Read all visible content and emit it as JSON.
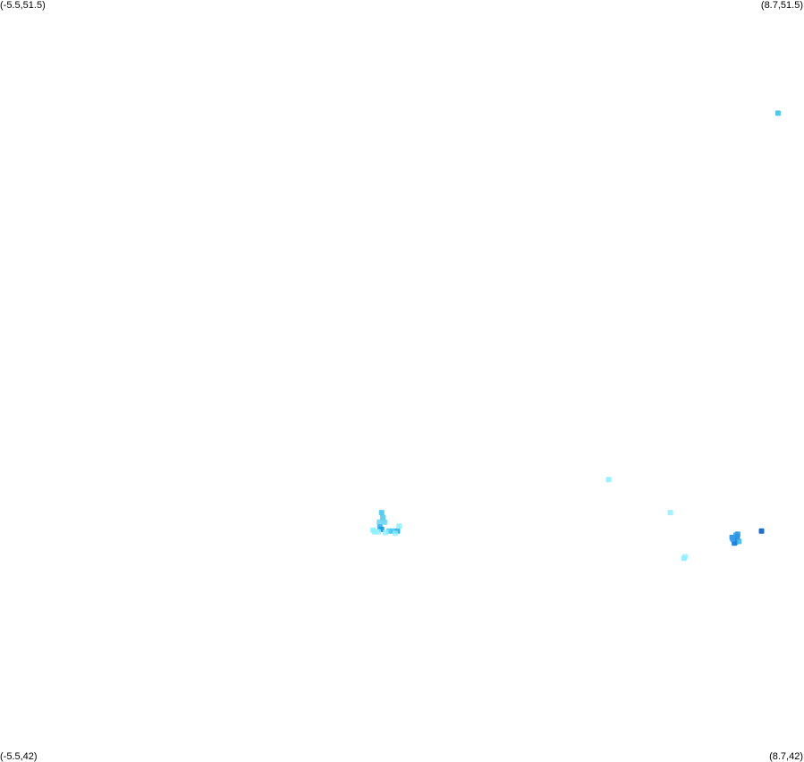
{
  "corners": {
    "top_left": "(-5.5,51.5)",
    "top_right": "(8.7,51.5)",
    "bottom_left": "(-5.5,42)",
    "bottom_right": "(8.7,42)"
  },
  "bounds": {
    "lon_min": -5.5,
    "lon_max": 8.7,
    "lat_min": 42,
    "lat_max": 51.5
  },
  "colors": {
    "background": "#ffffff",
    "label": "#000000"
  },
  "points": [
    {
      "lon": 8.24,
      "lat": 50.09,
      "color": "#3cc8f0",
      "opacity": 0.95
    },
    {
      "lon": 5.25,
      "lat": 45.52,
      "color": "#8cf0ff",
      "opacity": 0.9
    },
    {
      "lon": 6.34,
      "lat": 45.11,
      "color": "#8cf0ff",
      "opacity": 0.85
    },
    {
      "lon": 6.58,
      "lat": 44.54,
      "color": "#8cf0ff",
      "opacity": 0.9
    },
    {
      "lon": 6.6,
      "lat": 44.56,
      "color": "#8cf0ff",
      "opacity": 0.7
    },
    {
      "lon": 7.95,
      "lat": 44.88,
      "color": "#1e6ed2",
      "opacity": 1.0
    },
    {
      "lon": 7.43,
      "lat": 44.8,
      "color": "#2896e6",
      "opacity": 0.95
    },
    {
      "lon": 7.46,
      "lat": 44.77,
      "color": "#1e82dc",
      "opacity": 0.95
    },
    {
      "lon": 7.49,
      "lat": 44.74,
      "color": "#2896e6",
      "opacity": 0.9
    },
    {
      "lon": 7.52,
      "lat": 44.8,
      "color": "#1e82dc",
      "opacity": 0.9
    },
    {
      "lon": 7.5,
      "lat": 44.83,
      "color": "#32a0f0",
      "opacity": 0.85
    },
    {
      "lon": 7.55,
      "lat": 44.75,
      "color": "#32b4f0",
      "opacity": 0.85
    },
    {
      "lon": 7.47,
      "lat": 44.73,
      "color": "#1e82dc",
      "opacity": 0.95
    },
    {
      "lon": 7.44,
      "lat": 44.78,
      "color": "#3ca0f0",
      "opacity": 0.8
    },
    {
      "lon": 7.53,
      "lat": 44.84,
      "color": "#2896e6",
      "opacity": 0.85
    },
    {
      "lon": 1.24,
      "lat": 45.11,
      "color": "#46c8f0",
      "opacity": 0.9
    },
    {
      "lon": 1.26,
      "lat": 45.05,
      "color": "#46c8f0",
      "opacity": 0.85
    },
    {
      "lon": 1.29,
      "lat": 44.99,
      "color": "#5ad2f5",
      "opacity": 0.85
    },
    {
      "lon": 1.2,
      "lat": 44.99,
      "color": "#5ad2f5",
      "opacity": 0.8
    },
    {
      "lon": 1.21,
      "lat": 44.93,
      "color": "#32b4f0",
      "opacity": 0.9
    },
    {
      "lon": 1.24,
      "lat": 44.9,
      "color": "#1e9be6",
      "opacity": 0.95
    },
    {
      "lon": 1.09,
      "lat": 44.89,
      "color": "#8cf0ff",
      "opacity": 0.9
    },
    {
      "lon": 1.12,
      "lat": 44.87,
      "color": "#8cf0ff",
      "opacity": 0.85
    },
    {
      "lon": 1.18,
      "lat": 44.87,
      "color": "#8cf0ff",
      "opacity": 0.8
    },
    {
      "lon": 1.37,
      "lat": 44.88,
      "color": "#5ad2f5",
      "opacity": 0.9
    },
    {
      "lon": 1.43,
      "lat": 44.88,
      "color": "#46c8f0",
      "opacity": 0.9
    },
    {
      "lon": 1.52,
      "lat": 44.88,
      "color": "#32b4f0",
      "opacity": 0.95
    },
    {
      "lon": 1.55,
      "lat": 44.94,
      "color": "#8cf0ff",
      "opacity": 0.85
    },
    {
      "lon": 1.31,
      "lat": 44.86,
      "color": "#8cf0ff",
      "opacity": 0.8
    },
    {
      "lon": 1.48,
      "lat": 44.85,
      "color": "#8cf0ff",
      "opacity": 0.75
    }
  ]
}
